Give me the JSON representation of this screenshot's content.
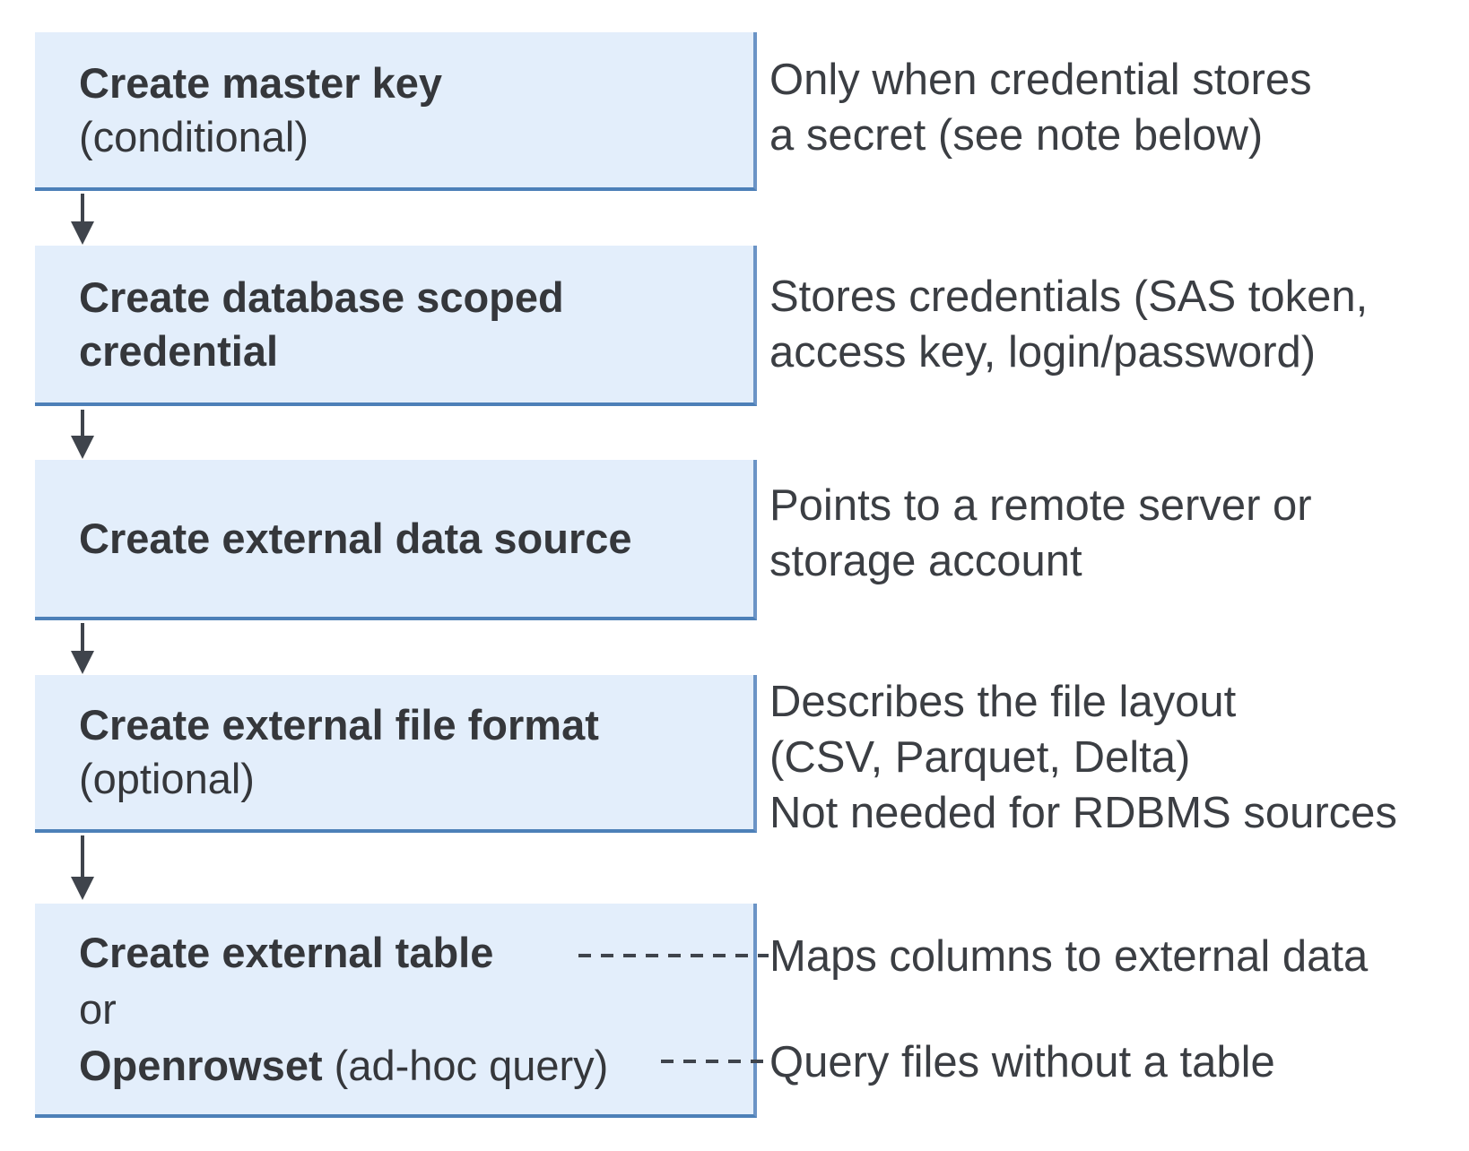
{
  "colors": {
    "box-fill": "#e3eefb",
    "box-border-right": "#6b94c6",
    "box-border-bottom": "#4d80b8",
    "arrow": "#3f444c",
    "box-text": "#35373b",
    "note-text": "#3b3e43",
    "background": "#ffffff"
  },
  "flow": {
    "steps": [
      {
        "title": "Create master key",
        "subtitle": "(conditional)",
        "note": "Only when credential stores\na secret (see note below)"
      },
      {
        "title": "Create database scoped\ncredential",
        "note": "Stores credentials (SAS token,\naccess key, login/password)"
      },
      {
        "title": "Create external data source",
        "note": "Points to a remote server or\nstorage account"
      },
      {
        "title": "Create external file format",
        "subtitle": "(optional)",
        "note": "Describes the file layout\n(CSV, Parquet, Delta)\nNot needed for RDBMS sources"
      }
    ],
    "final_step": {
      "option1": "Create external table",
      "or_word": "or",
      "option2_bold": "Openrowset",
      "option2_rest": " (ad-hoc query)",
      "note_table": "Maps columns to external data",
      "note_openrowset": "Query files without a table"
    }
  }
}
